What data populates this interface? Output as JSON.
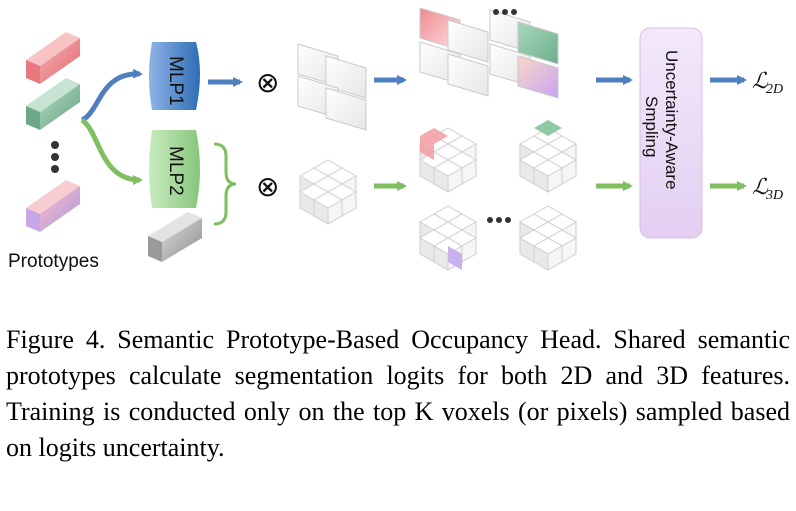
{
  "figure": {
    "prototypes_label": "Prototypes",
    "mlp1_label": "MLP1",
    "mlp2_label": "MLP2",
    "sampling_label_line1": "Uncertainty-Aware",
    "sampling_label_line2": "Smpling",
    "loss_2d_symbol": "ℒ",
    "loss_2d_sub": "2D",
    "loss_3d_symbol": "ℒ",
    "loss_3d_sub": "3D",
    "otimes": "⊗",
    "colors": {
      "red_proto": "#e87b80",
      "green_proto": "#7fb899",
      "purple_proto": "#c7a6e8",
      "mlp1": "#2f6db5",
      "mlp2": "#8fce86",
      "arrow_blue": "#4f7fbf",
      "arrow_green": "#7fbf5f",
      "sampling_box": "#ecdcf6"
    }
  },
  "caption": {
    "text": "Figure 4.  Semantic Prototype-Based Occupancy Head.  Shared semantic prototypes calculate segmentation logits for both 2D and 3D features. Training is conducted only on the top K voxels (or pixels) sampled based on logits uncertainty."
  }
}
